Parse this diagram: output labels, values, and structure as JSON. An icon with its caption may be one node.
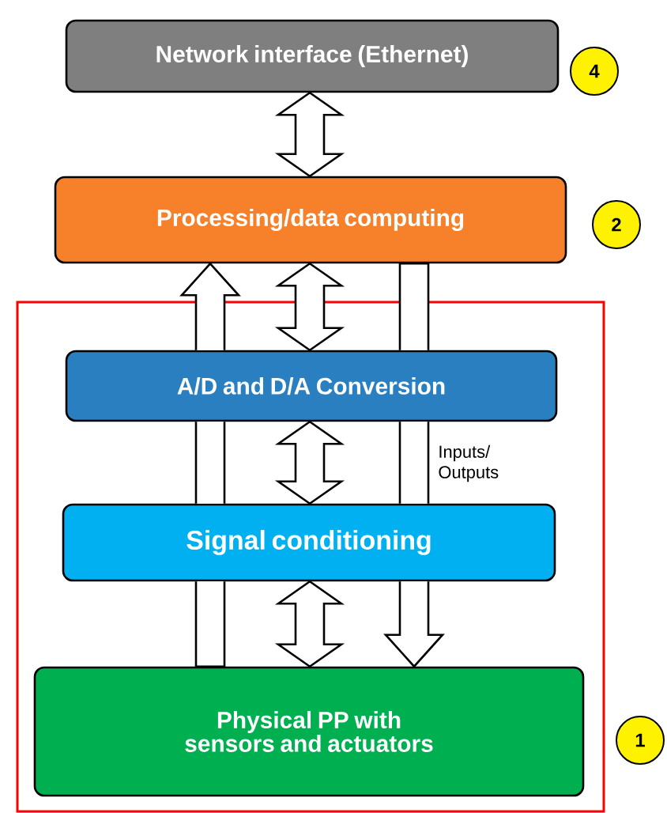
{
  "diagram": {
    "nodes": [
      {
        "text": [
          "Network interface (Ethernet)"
        ],
        "beside": [
          "4"
        ]
      },
      {
        "text": [
          "Processing/data computing"
        ],
        "beside": [
          "2"
        ]
      },
      {
        "text": [],
        "shape": "box",
        "beside": [
          "1"
        ]
      },
      {
        "text": [
          "A/D and D/A Conversion"
        ],
        "in": 2
      },
      {
        "text": [
          "Signal conditioning"
        ],
        "in": 2
      },
      {
        "text": [
          "Physical PP with sensors and actuators"
        ],
        "in": 2
      }
    ],
    "edges": [
      {
        "from": 0,
        "to": 1,
        "arrow": "both"
      },
      {
        "from": 1,
        "to": 3,
        "arrow": "both"
      },
      {
        "from": 3,
        "to": 4,
        "arrow": "both"
      },
      {
        "from": 4,
        "to": 5,
        "arrow": "both"
      },
      {
        "from": 5,
        "to": 1,
        "arrow": "to"
      },
      {
        "from": 1,
        "to": 5,
        "arrow": "to",
        "label": "Inputs/ Outputs"
      }
    ]
  }
}
